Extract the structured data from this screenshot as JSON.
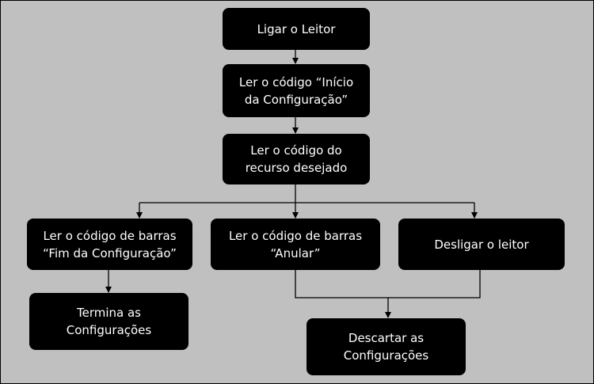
{
  "diagram": {
    "background_color": "#c0c0c0",
    "node_color": "#000000",
    "text_color": "#ffffff",
    "line_color": "#000000",
    "nodes": [
      {
        "id": "ligar",
        "label": "Ligar o Leitor"
      },
      {
        "id": "inicio",
        "label": "Ler o código “Início\nda Configuração”"
      },
      {
        "id": "recurso",
        "label": "Ler o código do\nrecurso desejado"
      },
      {
        "id": "fim",
        "label": "Ler o código de barras\n“Fim da Configuração”"
      },
      {
        "id": "anular",
        "label": "Ler o código de barras\n“Anular”"
      },
      {
        "id": "desligar",
        "label": "Desligar o leitor"
      },
      {
        "id": "termina",
        "label": "Termina as\nConfigurações"
      },
      {
        "id": "descartar",
        "label": "Descartar as\nConfigurações"
      }
    ],
    "edges": [
      {
        "from": "ligar",
        "to": "inicio"
      },
      {
        "from": "inicio",
        "to": "recurso"
      },
      {
        "from": "recurso",
        "to": "fim"
      },
      {
        "from": "recurso",
        "to": "anular"
      },
      {
        "from": "recurso",
        "to": "desligar"
      },
      {
        "from": "fim",
        "to": "termina"
      },
      {
        "from": "anular",
        "to": "descartar"
      },
      {
        "from": "desligar",
        "to": "descartar"
      }
    ]
  }
}
